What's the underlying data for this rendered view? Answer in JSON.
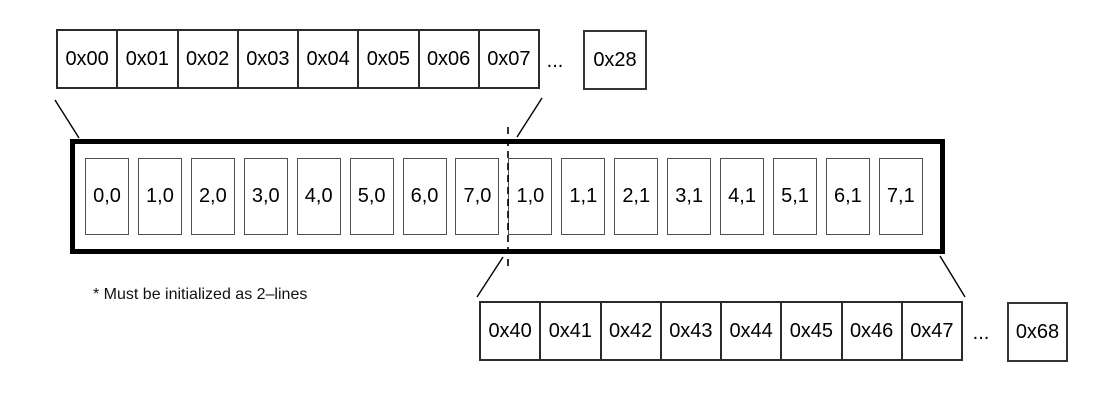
{
  "diagram": {
    "top_row": {
      "cells": [
        "0x00",
        "0x01",
        "0x02",
        "0x03",
        "0x04",
        "0x05",
        "0x06",
        "0x07"
      ],
      "ellipsis": "...",
      "last_cell": "0x28"
    },
    "buffer_box": {
      "cells": [
        "0,0",
        "1,0",
        "2,0",
        "3,0",
        "4,0",
        "5,0",
        "6,0",
        "7,0",
        "1,0",
        "1,1",
        "2,1",
        "3,1",
        "4,1",
        "5,1",
        "6,1",
        "7,1"
      ]
    },
    "bottom_row": {
      "cells": [
        "0x40",
        "0x41",
        "0x42",
        "0x43",
        "0x44",
        "0x45",
        "0x46",
        "0x47"
      ],
      "ellipsis": "...",
      "last_cell": "0x68"
    },
    "footnote": "* Must be initialized as 2–lines",
    "colors": {
      "background": "#ffffff",
      "line": "#000000",
      "thick_border": "#000000",
      "cell_border": "#4f4f4f",
      "addr_border": "#2b2b2b"
    }
  }
}
